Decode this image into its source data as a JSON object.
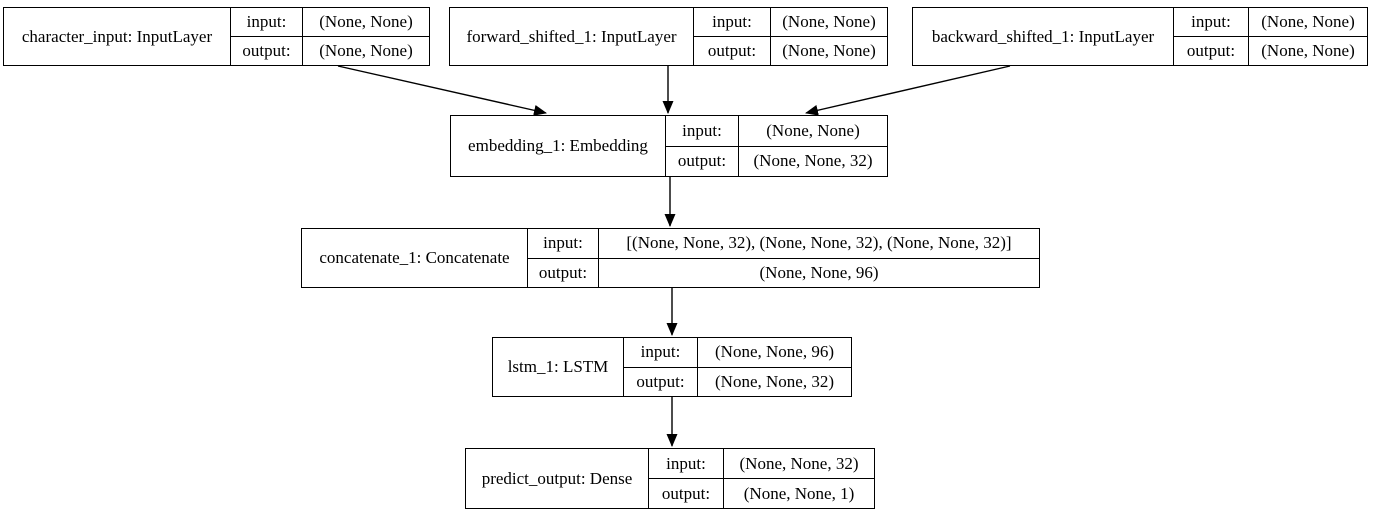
{
  "diagram": {
    "kind": "keras-model-graph",
    "colors": {
      "background": "#ffffff",
      "line": "#000000",
      "text": "#000000"
    },
    "io_labels": {
      "input": "input:",
      "output": "output:"
    },
    "nodes": [
      {
        "id": "character_input",
        "name": "character_input: InputLayer",
        "input_shape": "(None, None)",
        "output_shape": "(None, None)"
      },
      {
        "id": "forward_shifted_1",
        "name": "forward_shifted_1: InputLayer",
        "input_shape": "(None, None)",
        "output_shape": "(None, None)"
      },
      {
        "id": "backward_shifted_1",
        "name": "backward_shifted_1: InputLayer",
        "input_shape": "(None, None)",
        "output_shape": "(None, None)"
      },
      {
        "id": "embedding_1",
        "name": "embedding_1: Embedding",
        "input_shape": "(None, None)",
        "output_shape": "(None, None, 32)"
      },
      {
        "id": "concatenate_1",
        "name": "concatenate_1: Concatenate",
        "input_shape": "[(None, None, 32), (None, None, 32), (None, None, 32)]",
        "output_shape": "(None, None, 96)"
      },
      {
        "id": "lstm_1",
        "name": "lstm_1: LSTM",
        "input_shape": "(None, None, 96)",
        "output_shape": "(None, None, 32)"
      },
      {
        "id": "predict_output",
        "name": "predict_output: Dense",
        "input_shape": "(None, None, 32)",
        "output_shape": "(None, None, 1)"
      }
    ],
    "edges": [
      {
        "from": "character_input",
        "to": "embedding_1"
      },
      {
        "from": "forward_shifted_1",
        "to": "embedding_1"
      },
      {
        "from": "backward_shifted_1",
        "to": "embedding_1"
      },
      {
        "from": "embedding_1",
        "to": "concatenate_1"
      },
      {
        "from": "concatenate_1",
        "to": "lstm_1"
      },
      {
        "from": "lstm_1",
        "to": "predict_output"
      }
    ]
  }
}
